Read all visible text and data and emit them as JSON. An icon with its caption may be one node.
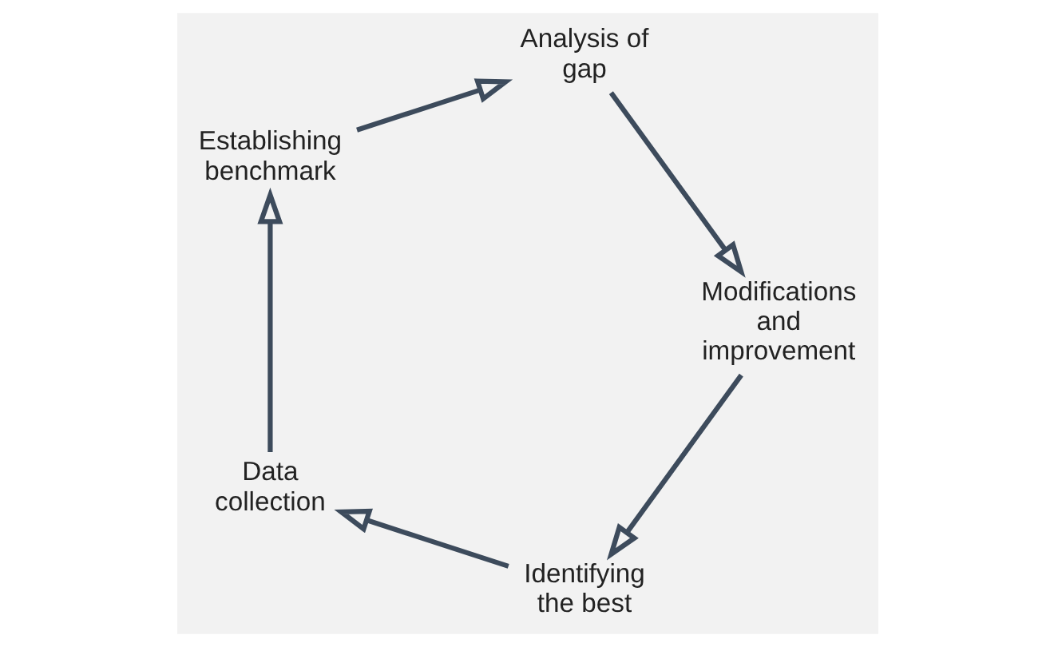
{
  "diagram": {
    "nodes": [
      {
        "text": [
          "Identifying the best"
        ]
      },
      {
        "text": [
          "Data collection"
        ]
      },
      {
        "text": [
          "Establishing benchmark"
        ]
      },
      {
        "text": [
          "Analysis of gap"
        ]
      },
      {
        "text": [
          "Modifications and improvement"
        ]
      }
    ],
    "edges": [
      {
        "from": 4,
        "to": 0,
        "arrow": "to"
      },
      {
        "from": 0,
        "to": 1,
        "arrow": "to"
      },
      {
        "from": 1,
        "to": 2,
        "arrow": "to"
      },
      {
        "from": 2,
        "to": 3,
        "arrow": "to"
      },
      {
        "from": 3,
        "to": 4,
        "arrow": "to"
      }
    ]
  }
}
